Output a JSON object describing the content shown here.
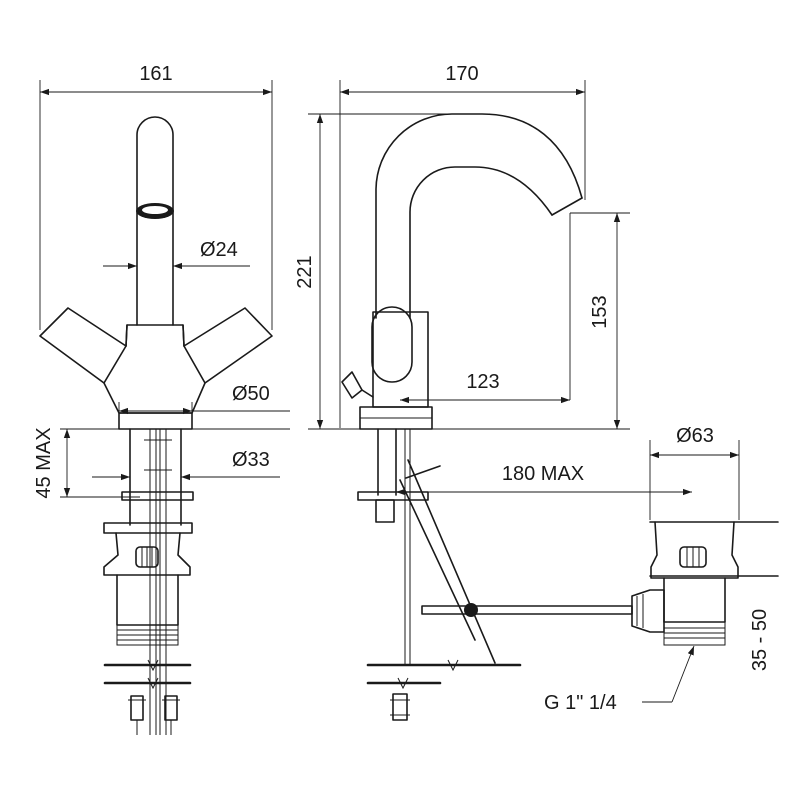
{
  "dimensions": {
    "front_width": "161",
    "spout_diameter": "Ø24",
    "base_diameter": "Ø50",
    "deck_thickness": "45 MAX",
    "shank_diameter": "Ø33",
    "side_width": "170",
    "total_height": "221",
    "spout_height": "153",
    "spout_reach": "123",
    "pipe_reach": "180 MAX",
    "waste_diameter": "Ø63",
    "waste_height": "35 - 50",
    "waste_thread": "G 1\" 1/4"
  }
}
